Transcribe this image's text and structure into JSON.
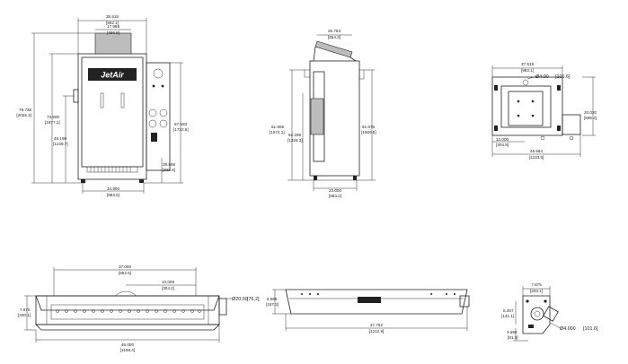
{
  "logo_text": "JetAir",
  "views": {
    "front": {
      "top_width": [
        "35.515",
        "[902.1]"
      ],
      "duct_width": [
        "17.988",
        "[456.9]"
      ],
      "overall_height": [
        "79.738",
        "[2025.3]"
      ],
      "cabinet_height": [
        "73.900",
        "[1877.1]"
      ],
      "door_height": [
        "49.198",
        "[1249.7]"
      ],
      "panel_height": [
        "67.820",
        "[1722.6]"
      ],
      "base_height": [
        "28.559",
        "[322.6]"
      ],
      "bottom_width": [
        "34.900",
        "[883.6]"
      ]
    },
    "side": {
      "top_width": [
        "25.763",
        "[654.3]"
      ],
      "height_left": [
        "61.969",
        "[1574.1]"
      ],
      "height_mid": [
        "52.295",
        "[1328.3]"
      ],
      "height_right": [
        "61.675",
        "[1566.5]"
      ],
      "bottom_width": [
        "23.000",
        "[584.2]"
      ]
    },
    "plan": {
      "top_width": [
        "37.919",
        "[963.1]"
      ],
      "hole_dia": [
        "Ø4.00",
        "[101.6]"
      ],
      "right_depth": [
        "20.020",
        "[585.4]"
      ],
      "offset": [
        "12.000",
        "[304.8]"
      ],
      "bottom_width": [
        "48.564",
        "[1233.5]"
      ]
    },
    "bar_front": {
      "span": [
        "37.000",
        "[952.5]"
      ],
      "half": [
        "13.009",
        "[304.2]"
      ],
      "port_dia": [
        "Ø20.00",
        "[76.2]"
      ],
      "height": [
        "7.875",
        "[200.1]"
      ],
      "overall": [
        "46.000",
        "[1168.4]"
      ]
    },
    "bar_side": {
      "height": [
        "6.585",
        "[167.3]"
      ],
      "length": [
        "47.752",
        "[1212.9]"
      ]
    },
    "bar_end": {
      "width": [
        "7.875",
        "[203.1]"
      ],
      "height": [
        "5.457",
        "[141.1]"
      ],
      "bottom": [
        "3.595",
        "[91.3]"
      ],
      "outlet_dia": [
        "Ø4.000",
        "[101.6]"
      ]
    }
  }
}
